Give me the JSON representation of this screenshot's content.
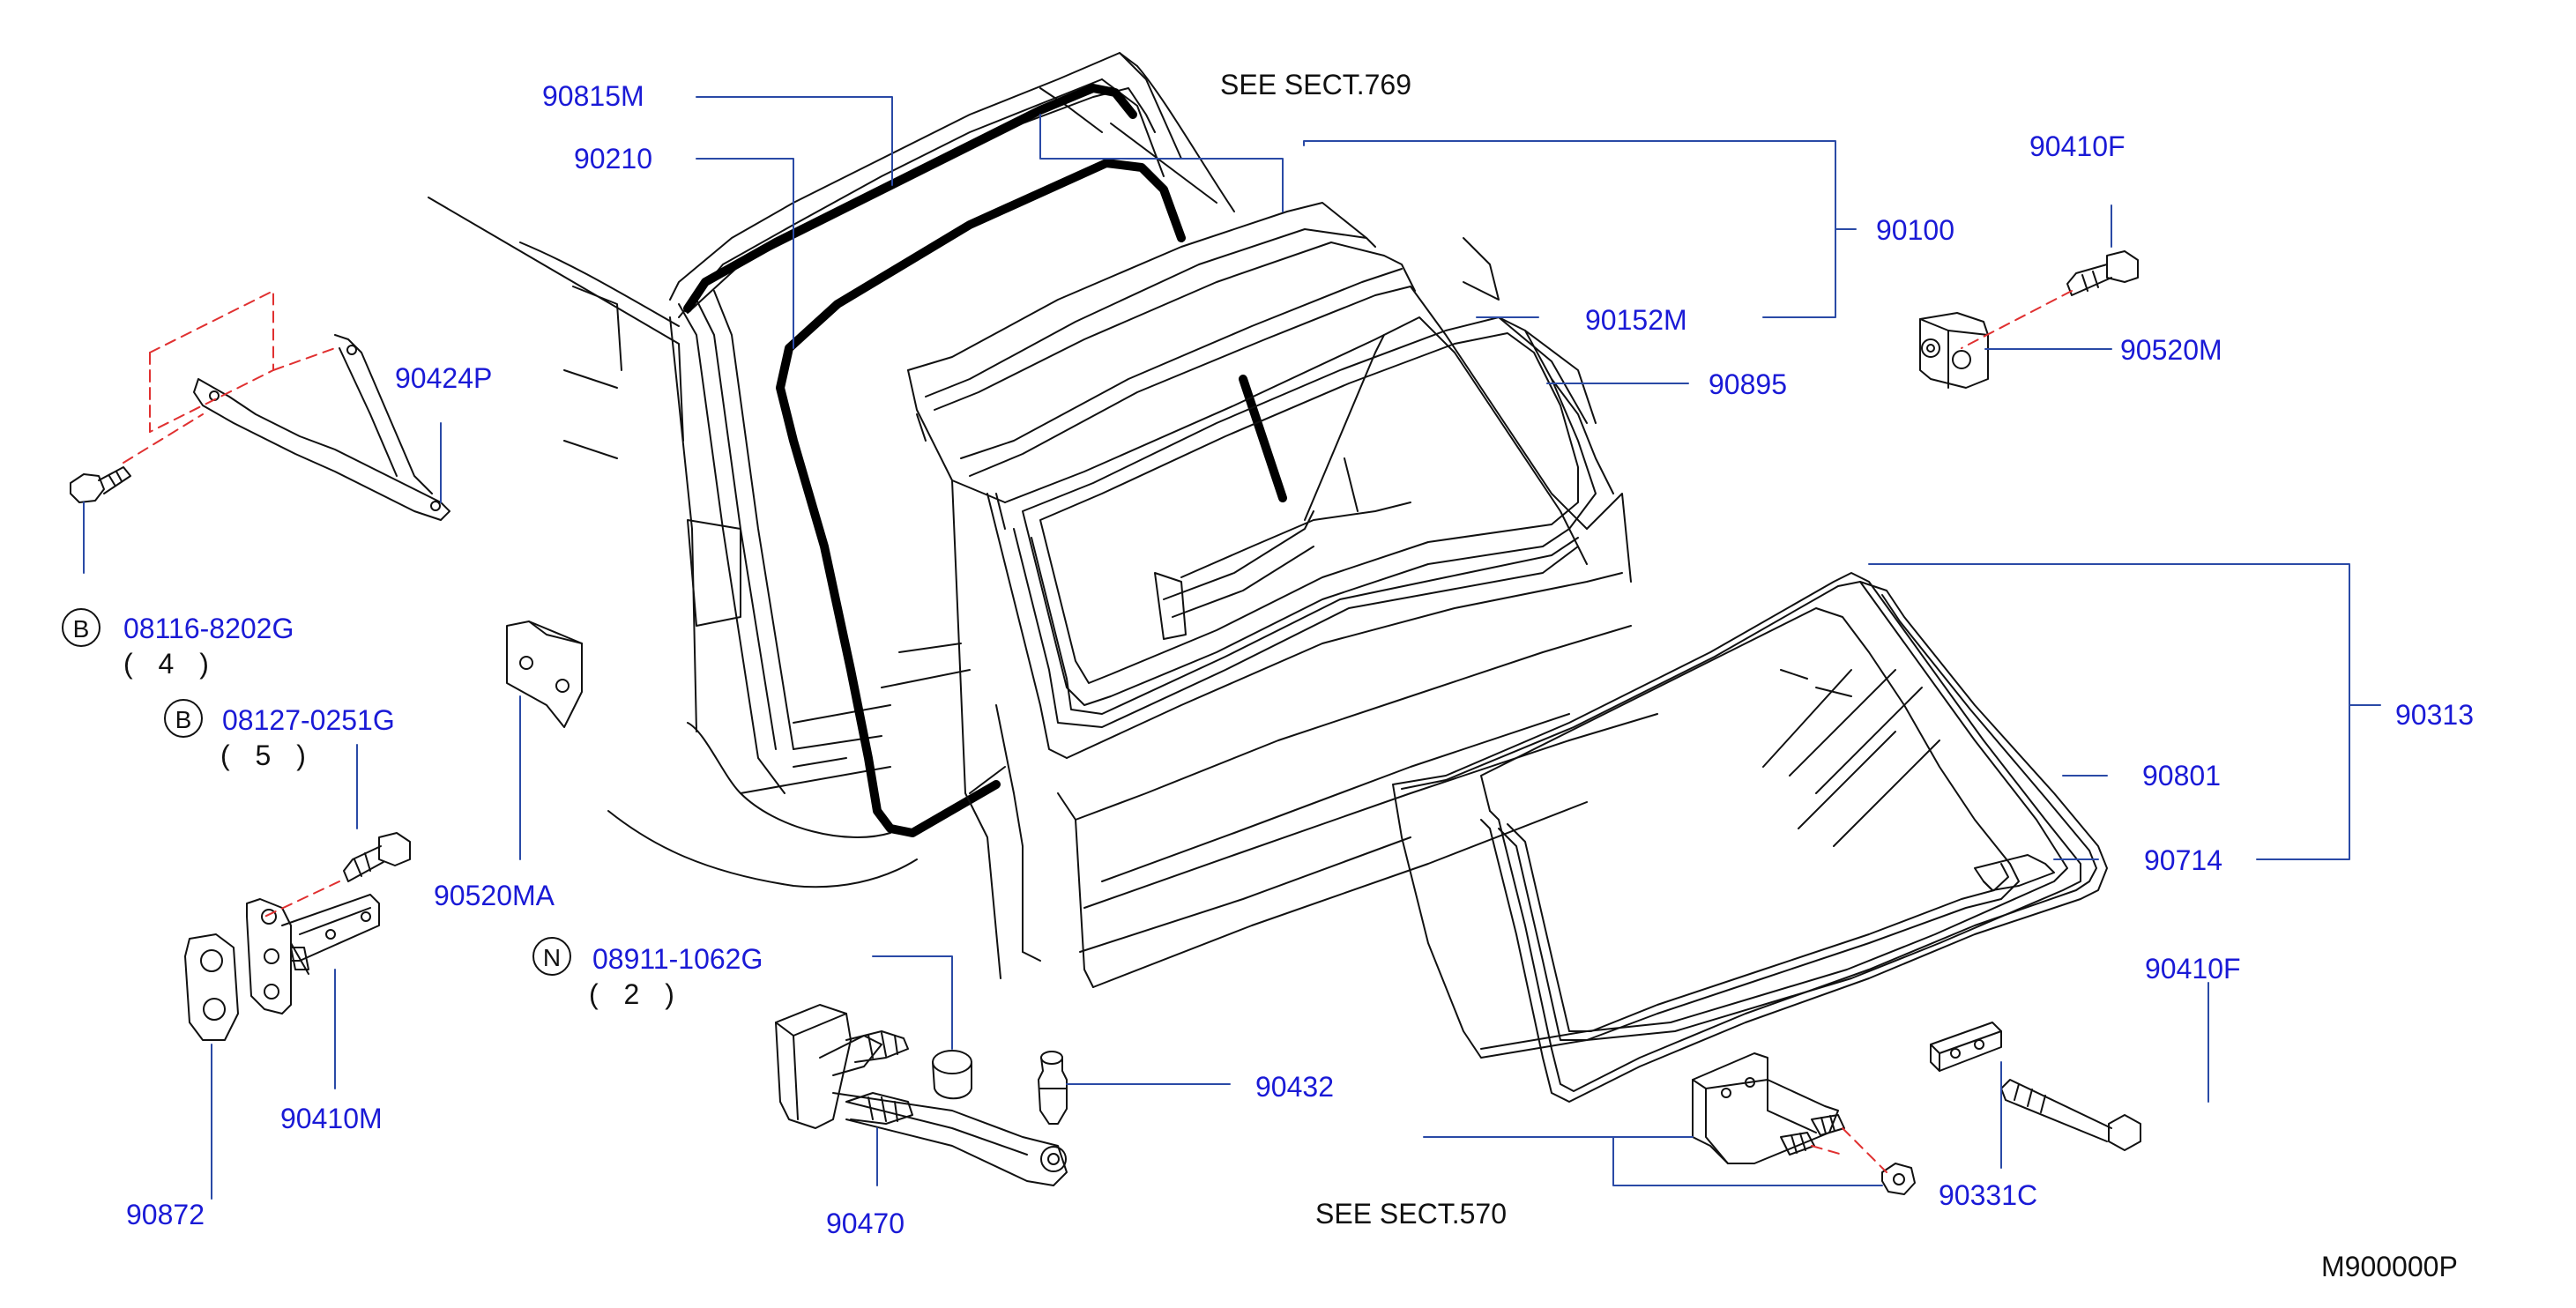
{
  "labels": {
    "p90815M": "90815M",
    "p90210": "90210",
    "see769": "SEE   SECT.769",
    "p90100": "90100",
    "p90152M": "90152M",
    "p90895": "90895",
    "p90410F_top": "90410F",
    "p90520M": "90520M",
    "p90424P": "90424P",
    "b1_code": "08116-8202G",
    "b1_qty": "( 4 )",
    "b2_code": "08127-0251G",
    "b2_qty": "( 5 )",
    "p90520MA": "90520MA",
    "n_code": "08911-1062G",
    "n_qty": "( 2 )",
    "p90313": "90313",
    "p90801": "90801",
    "p90714": "90714",
    "p90410F_bot": "90410F",
    "p90432": "90432",
    "p90410M": "90410M",
    "p90872": "90872",
    "p90470": "90470",
    "see570": "SEE   SECT.570",
    "p90331C": "90331C",
    "diagram_code": "M900000P"
  },
  "markers": {
    "b1": "B",
    "b2": "B",
    "n": "N"
  },
  "colors": {
    "part_number": "#1a1ad6",
    "drawing": "#111111",
    "leader": "#2a4aa6",
    "hidden_line": "#e03030"
  }
}
